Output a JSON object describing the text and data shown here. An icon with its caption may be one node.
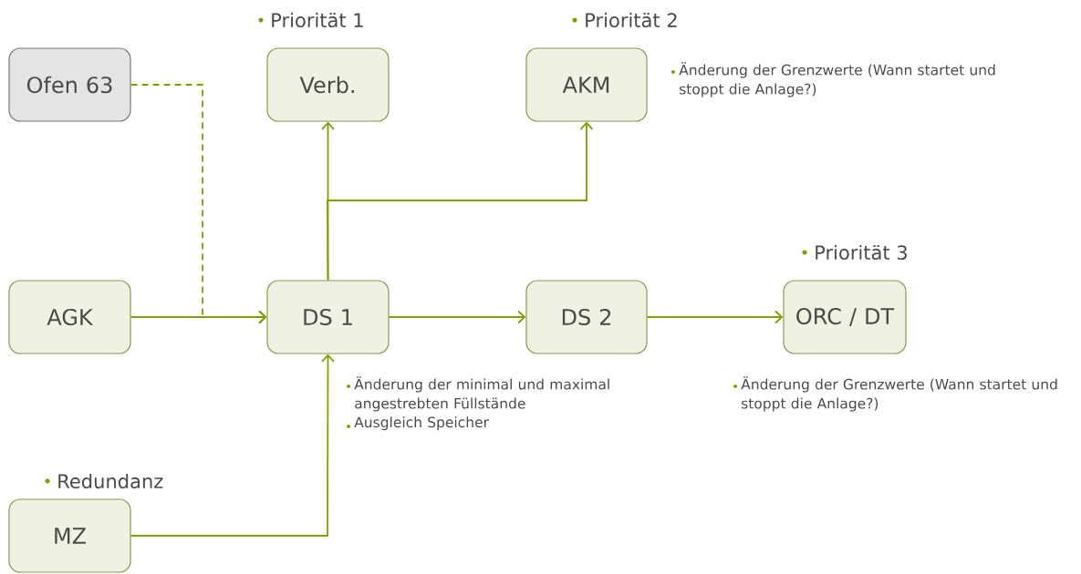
{
  "diagram": {
    "nodes": [
      {
        "text": [
          "Ofen 63"
        ]
      },
      {
        "text": [
          "Priorität 1",
          "Verb."
        ]
      },
      {
        "text": [
          "Priorität 2",
          "AKM"
        ],
        "beside": [
          "Änderung der Grenzwerte (Wann startet und stoppt die Anlage?)"
        ]
      },
      {
        "text": [
          "AGK"
        ]
      },
      {
        "text": [
          "DS 1"
        ],
        "beside": [
          "Änderung der minimal und maximal angestrebten Füllstände",
          "Ausgleich Speicher"
        ]
      },
      {
        "text": [
          "DS 2"
        ]
      },
      {
        "text": [
          "Priorität 3",
          "ORC / DT"
        ],
        "beside": [
          "Änderung der Grenzwerte (Wann startet und stoppt die Anlage?)"
        ]
      },
      {
        "text": [
          "Redundanz",
          "MZ"
        ]
      }
    ],
    "edges": [
      {
        "from": 0,
        "to": 4,
        "arrow": "to",
        "style": "dashed"
      },
      {
        "from": 3,
        "to": 4,
        "arrow": "to"
      },
      {
        "from": 4,
        "to": 1,
        "arrow": "to"
      },
      {
        "from": 4,
        "to": 2,
        "arrow": "to"
      },
      {
        "from": 4,
        "to": 5,
        "arrow": "to"
      },
      {
        "from": 5,
        "to": 6,
        "arrow": "to"
      },
      {
        "from": 7,
        "to": 4,
        "arrow": "to"
      }
    ]
  }
}
